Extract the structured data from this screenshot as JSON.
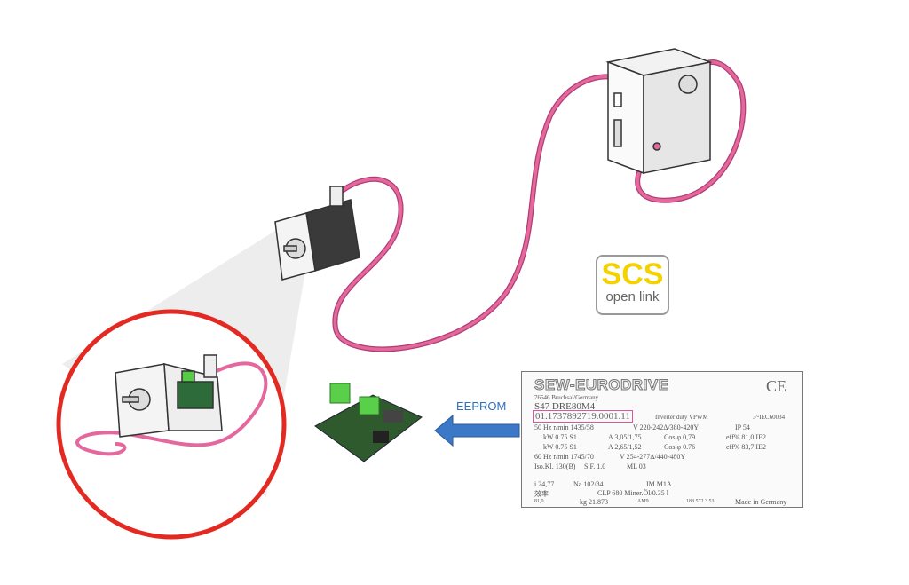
{
  "logo": {
    "top": "SCS",
    "bottom": "open link"
  },
  "arrow_label": "EEPROM",
  "colors": {
    "cable": "#e4679e",
    "circle": "#e32a22",
    "arrow": "#3c78c8",
    "logo_yellow": "#f3d200"
  },
  "nameplate": {
    "brand": "SEW-EURODRIVE",
    "ce": "CE",
    "address": "76646 Bruchsal/Germany",
    "type": "S47 DRE80M4",
    "serial": "01.1737892719.0001.11",
    "duty": "Inverter duty VPWM",
    "standard": "3~IEC60034",
    "rows": [
      [
        "50 Hz  r/min 1435/58",
        "V 220-242Δ/380-420Y",
        "IP 54"
      ],
      [
        "kW 0.75 S1",
        "A 3,05/1,75",
        "Cos φ 0,79",
        "eff% 81,0 IE2"
      ],
      [
        "kW 0.75 S1",
        "A 2,65/1,52",
        "Cos φ 0.76",
        "eff% 83,7 IE2"
      ],
      [
        "60 Hz  r/min 1745/70",
        "V 254-277Δ/440-480Y"
      ],
      [
        "Iso.Kl. 130(B)",
        "S.F. 1.0",
        "ML 03"
      ],
      [
        "i 24,77",
        "Na 102/84",
        "IM M1A"
      ],
      [
        "效率",
        "CLP 680 Miner.Öl/0.35 l"
      ],
      [
        "81,0",
        "kg 21.873",
        "AM9",
        "188 572 3.53",
        "Made in Germany"
      ]
    ]
  }
}
